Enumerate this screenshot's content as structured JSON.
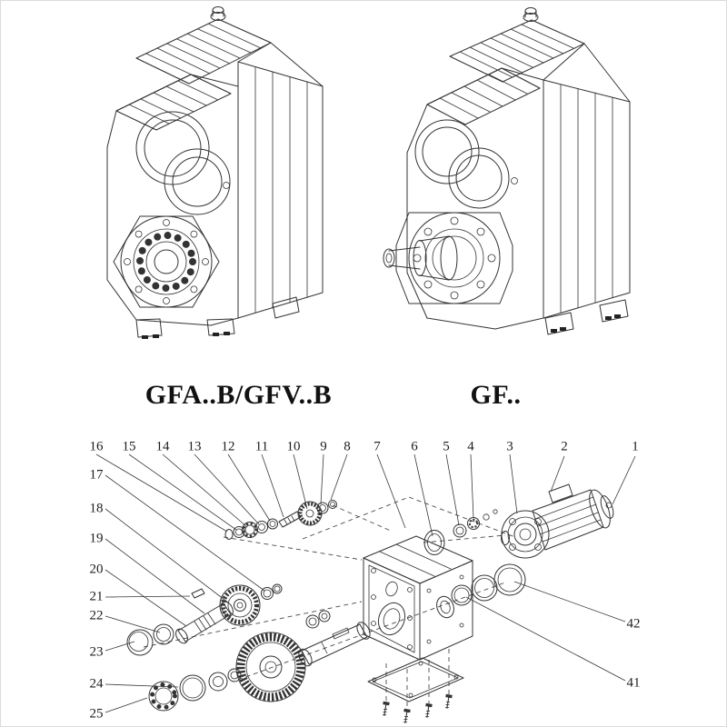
{
  "page": {
    "background": "#ffffff",
    "line_color": "#333333",
    "border_color": "#dcdcdc"
  },
  "models": {
    "left": {
      "label": "GFA..B/GFV..B"
    },
    "right": {
      "label": "GF.."
    }
  },
  "exploded": {
    "callouts_top": [
      "16",
      "15",
      "14",
      "13",
      "12",
      "11",
      "10",
      "9",
      "8",
      "7",
      "6",
      "5",
      "4",
      "3",
      "2",
      "1"
    ],
    "callouts_left": [
      "17",
      "18",
      "19",
      "20",
      "21",
      "22",
      "23",
      "24",
      "25"
    ],
    "callouts_right": [
      "42",
      "41"
    ]
  }
}
